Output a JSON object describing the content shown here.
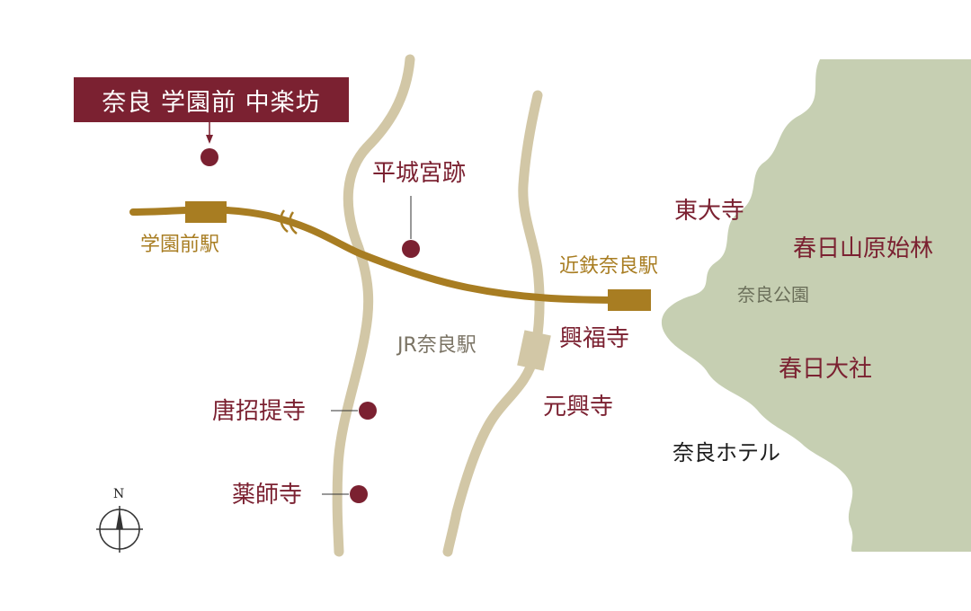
{
  "title": "奈良 学園前 中楽坊",
  "stations": {
    "gakuenmae": "学園前駅",
    "kintetsu_nara": "近鉄奈良駅",
    "jr_nara": "JR奈良駅"
  },
  "landmarks": {
    "heijo_palace": "平城宮跡",
    "todaiji": "東大寺",
    "kasugayama": "春日山原始林",
    "nara_park": "奈良公園",
    "kofukuji": "興福寺",
    "kasuga_taisha": "春日大社",
    "gangoji": "元興寺",
    "nara_hotel": "奈良ホテル",
    "toshodaiji": "唐招提寺",
    "yakushiji": "薬師寺"
  },
  "compass": {
    "north": "N"
  },
  "colors": {
    "brand": "#7b2131",
    "railway": "#a87d22",
    "road": "#d2c7a6",
    "park_green": "#c6cfb2",
    "jr_label": "#7a7364"
  }
}
